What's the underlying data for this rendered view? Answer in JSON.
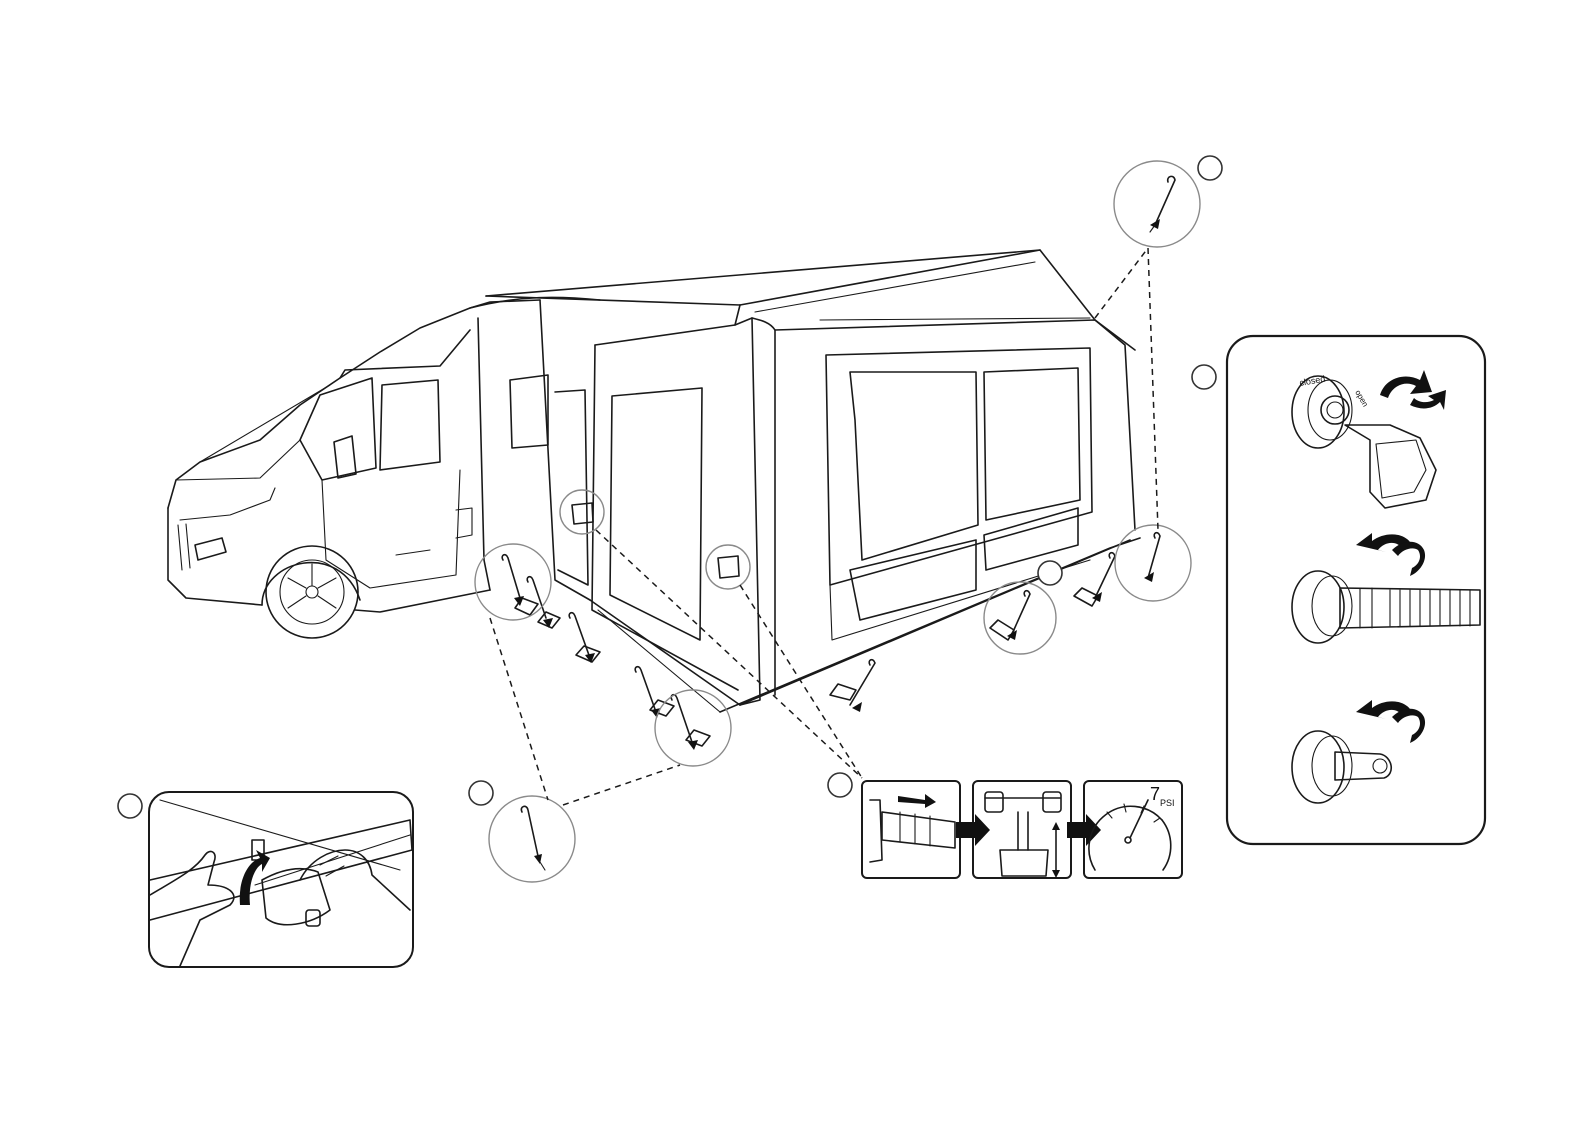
{
  "gauge": {
    "value_label": "7",
    "unit_label": "PSI"
  },
  "valve_panel": {
    "dial_label": "closed",
    "dial_label_2": "open"
  }
}
